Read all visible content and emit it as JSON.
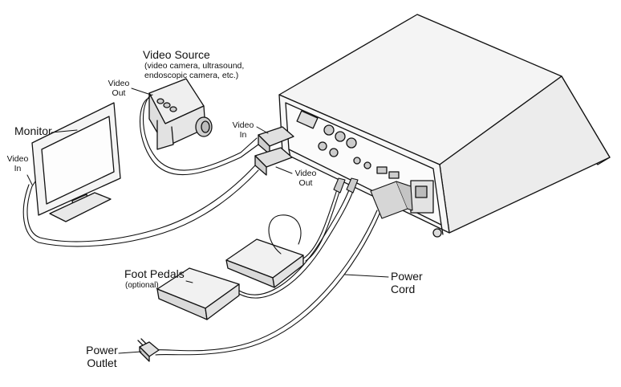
{
  "labels": {
    "video_source_title": "Video Source",
    "video_source_desc_line1": "(video camera, ultrasound,",
    "video_source_desc_line2": "endoscopic camera, etc.)",
    "video_out_camera_line1": "Video",
    "video_out_camera_line2": "Out",
    "monitor": "Monitor",
    "video_in_monitor_line1": "Video",
    "video_in_monitor_line2": "In",
    "video_in_device_line1": "Video",
    "video_in_device_line2": "In",
    "video_out_device_line1": "Video",
    "video_out_device_line2": "Out",
    "foot_pedals": "Foot Pedals",
    "foot_pedals_note": "(optional)",
    "power_cord_line1": "Power",
    "power_cord_line2": "Cord",
    "power_outlet_line1": "Power",
    "power_outlet_line2": "Outlet"
  },
  "colors": {
    "line": "#111111",
    "fill_light": "#f2f2f2",
    "fill_mid": "#d9d9d9",
    "fill_dark": "#9a9a9a"
  }
}
